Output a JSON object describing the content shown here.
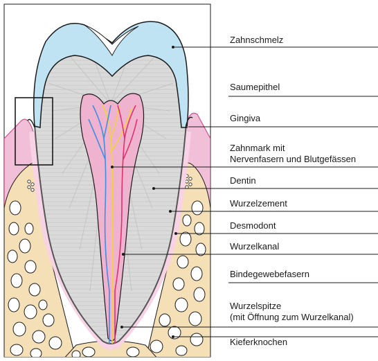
{
  "labels": {
    "enamel": "Zahnschmelz",
    "junctional_epithelium": "Saumepithel",
    "gingiva": "Gingiva",
    "pulp_line1": "Zahnmark mit",
    "pulp_line2": "Nervenfasern und Blutgefässen",
    "dentin": "Dentin",
    "cementum": "Wurzelzement",
    "desmodont": "Desmodont",
    "root_canal": "Wurzelkanal",
    "connective_fibers": "Bindegewebefasern",
    "apex_line1": "Wurzelspitze",
    "apex_line2": "(mit Öffnung zum Wurzelkanal)",
    "jaw_bone": "Kieferknochen"
  },
  "colors": {
    "enamel": "#bfe3f3",
    "dentin": "#d9d9d9",
    "pulp": "#efb3cf",
    "gingiva": "#f2bfd8",
    "bone": "#f4dfb7",
    "nerve": "#f2d23a",
    "vein": "#3f8ee0",
    "artery": "#e0306e",
    "outline": "#1a1a1a"
  }
}
